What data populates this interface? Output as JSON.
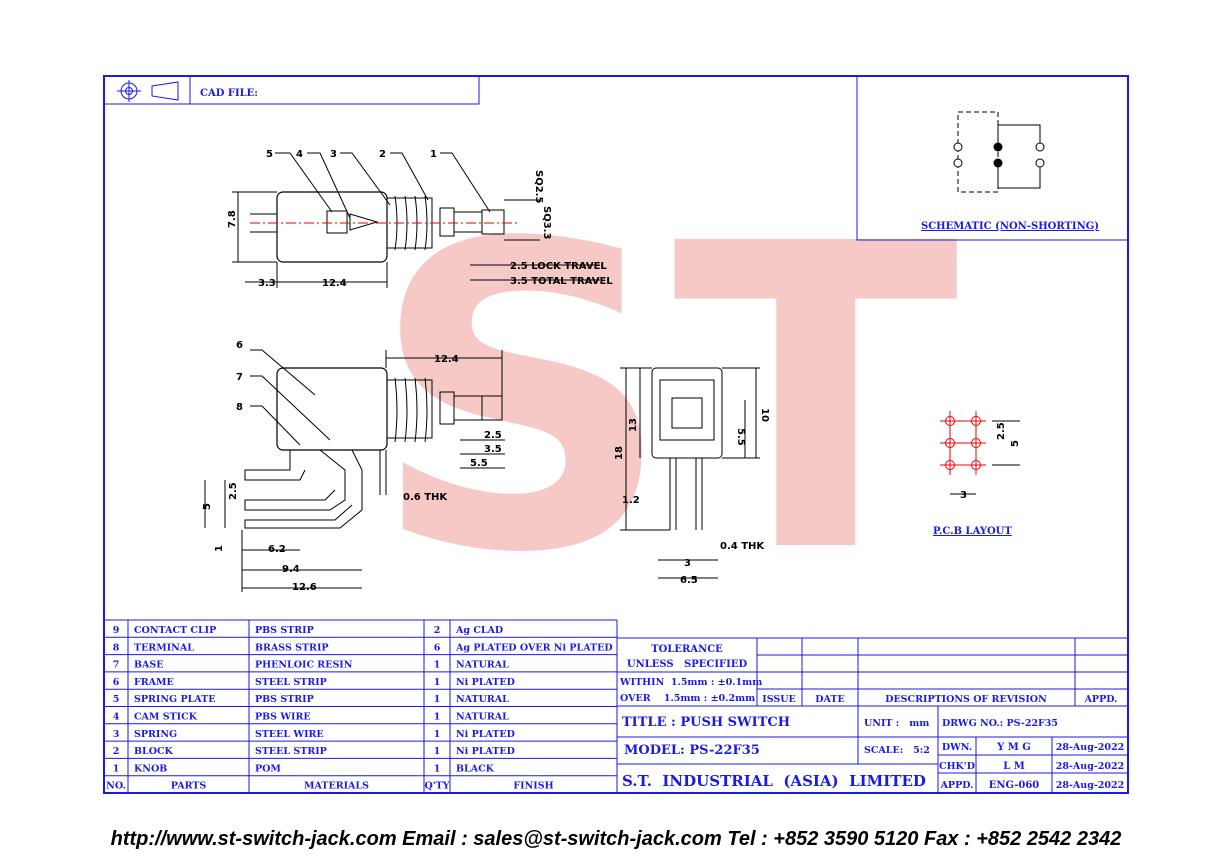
{
  "watermark": "ST",
  "header": {
    "cad_file_label": "CAD FILE:"
  },
  "schematic": {
    "label": "SCHEMATIC (NON-SHORTING)"
  },
  "pcb": {
    "label": "P.C.B LAYOUT",
    "dims": [
      "2.5",
      "5",
      "3"
    ]
  },
  "top_view": {
    "callouts": [
      "5",
      "4",
      "3",
      "2",
      "1"
    ],
    "dims": [
      "7.8",
      "3.3",
      "12.4",
      "SQ2.5",
      "SQ3.3",
      "2.5 LOCK TRAVEL",
      "3.5 TOTAL TRAVEL"
    ]
  },
  "side_view": {
    "callouts": [
      "6",
      "7",
      "8"
    ],
    "dims": [
      "12.4",
      "2.5",
      "3.5",
      "5.5",
      "0.6 THK",
      "2.5",
      "5",
      "1",
      "6.2",
      "9.4",
      "12.6"
    ]
  },
  "front_view": {
    "dims": [
      "18",
      "13",
      "10",
      "5.5",
      "1.2",
      "3",
      "0.4 THK",
      "6.5"
    ]
  },
  "parts_table": {
    "headers": [
      "NO.",
      "PARTS",
      "MATERIALS",
      "Q'TY",
      "FINISH"
    ],
    "rows": [
      [
        "9",
        "CONTACT CLIP",
        "PBS STRIP",
        "2",
        "Ag CLAD"
      ],
      [
        "8",
        "TERMINAL",
        "BRASS STRIP",
        "6",
        "Ag PLATED OVER Ni PLATED"
      ],
      [
        "7",
        "BASE",
        "PHENLOIC RESIN",
        "1",
        "NATURAL"
      ],
      [
        "6",
        "FRAME",
        "STEEL STRIP",
        "1",
        "Ni PLATED"
      ],
      [
        "5",
        "SPRING PLATE",
        "PBS STRIP",
        "1",
        "NATURAL"
      ],
      [
        "4",
        "CAM STICK",
        "PBS WIRE",
        "1",
        "NATURAL"
      ],
      [
        "3",
        "SPRING",
        "STEEL WIRE",
        "1",
        "Ni PLATED"
      ],
      [
        "2",
        "BLOCK",
        "STEEL STRIP",
        "1",
        "Ni PLATED"
      ],
      [
        "1",
        "KNOB",
        "POM",
        "1",
        "BLACK"
      ]
    ]
  },
  "title_block": {
    "tolerance_title": "TOLERANCE",
    "tolerance_sub": "UNLESS   SPECIFIED",
    "within": "WITHIN  1.5mm : ±0.1mm",
    "over": "OVER    1.5mm : ±0.2mm",
    "rev_headers": [
      "ISSUE",
      "DATE",
      "DESCRIPTIONS OF REVISION",
      "APPD."
    ],
    "title": "TITLE : PUSH SWITCH",
    "unit": "UNIT :   mm",
    "drwg_no": "DRWG NO.: PS-22F35",
    "model": "MODEL: PS-22F35",
    "scale": "SCALE:   5:2",
    "company": "S.T.  INDUSTRIAL  (ASIA)  LIMITED",
    "signoff": [
      {
        "role": "DWN.",
        "name": "Y M G",
        "date": "28-Aug-2022"
      },
      {
        "role": "CHK'D",
        "name": "L M",
        "date": "28-Aug-2022"
      },
      {
        "role": "APPD.",
        "name": "ENG-060",
        "date": "28-Aug-2022"
      }
    ]
  },
  "footer": "http://www.st-switch-jack.com  Email : sales@st-switch-jack.com  Tel : +852 3590 5120  Fax : +852 2542 2342"
}
